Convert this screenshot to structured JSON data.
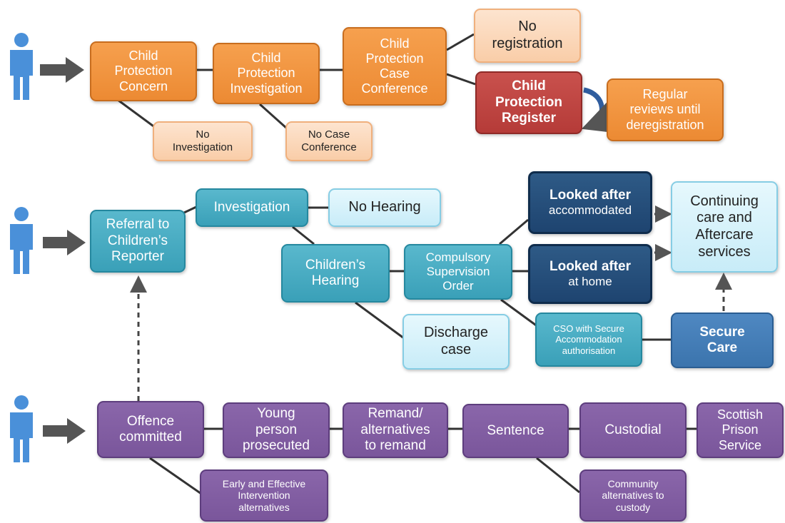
{
  "colors": {
    "child_protection": "#ec8a33",
    "register": "#b53b38",
    "childrens_hearing": "#3aa0b8",
    "looked_after": "#1e4470",
    "secure_care": "#3b74ad",
    "youth_justice": "#7a569b",
    "person_icon": "#4a90d9",
    "arrow": "#555555"
  },
  "icons": [
    "person-icon",
    "right-arrow-icon",
    "circular-arrow-icon",
    "dashed-arrow-icon"
  ],
  "child_protection": {
    "concern": "Child\nProtection\nConcern",
    "investigation": "Child\nProtection\nInvestigation",
    "case_conference": "Child\nProtection\nCase\nConference",
    "no_registration": "No\nregistration",
    "register": "Child\nProtection\nRegister",
    "regular_reviews": "Regular\nreviews until\nderegistration",
    "no_investigation": "No\nInvestigation",
    "no_case_conference": "No Case\nConference"
  },
  "hearings": {
    "referral": "Referral to\nChildren’s\nReporter",
    "investigation": "Investigation",
    "no_hearing": "No Hearing",
    "childrens_hearing": "Children’s\nHearing",
    "cso": "Compulsory\nSupervision\nOrder",
    "discharge": "Discharge\ncase",
    "looked_after_accommodated_title": "Looked after",
    "looked_after_accommodated_sub": "accommodated",
    "looked_after_home_title": "Looked after",
    "looked_after_home_sub": "at home",
    "continuing_care": "Continuing\ncare and\nAftercare\nservices",
    "cso_secure": "CSO with Secure\nAccommodation\nauthorisation",
    "secure_care": "Secure\nCare"
  },
  "justice": {
    "offence": "Offence\ncommitted",
    "prosecuted": "Young\nperson\nprosecuted",
    "remand": "Remand/\nalternatives\nto remand",
    "sentence": "Sentence",
    "custodial": "Custodial",
    "prison": "Scottish\nPrison\nService",
    "early_intervention": "Early and Effective\nIntervention\nalternatives",
    "community": "Community\nalternatives to\ncustody"
  }
}
